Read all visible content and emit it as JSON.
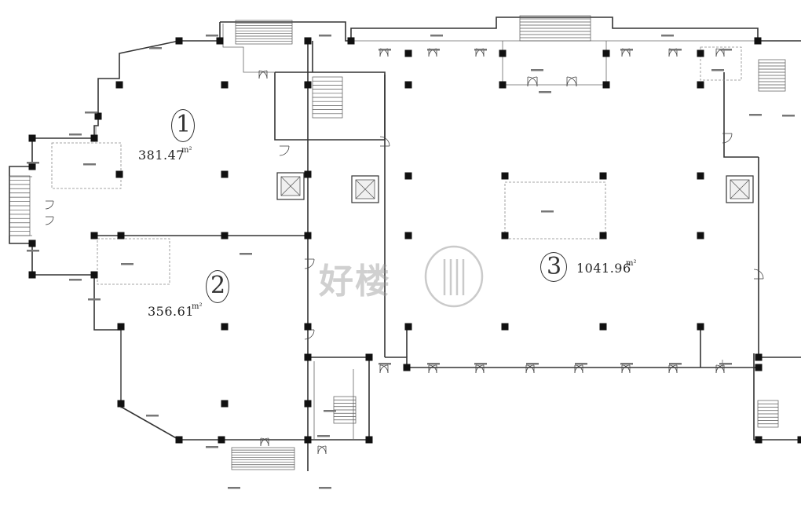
{
  "units": [
    {
      "id": "1",
      "number": "1",
      "area": "381.47",
      "unit": "m²"
    },
    {
      "id": "2",
      "number": "2",
      "area": "356.61",
      "unit": "m²"
    },
    {
      "id": "3",
      "number": "3",
      "area": "1041.96",
      "unit": "m²"
    }
  ],
  "watermark": {
    "brand": "好楼",
    "colors": {
      "mark": "#9a9a9a"
    }
  },
  "colors": {
    "wall": "#222222",
    "column": "#111111",
    "line": "#555555",
    "dashed": "#777777"
  },
  "icons": [
    "column-marker",
    "door-swing-icon",
    "stair-icon",
    "elevator-icon",
    "watermark-logo-icon"
  ]
}
